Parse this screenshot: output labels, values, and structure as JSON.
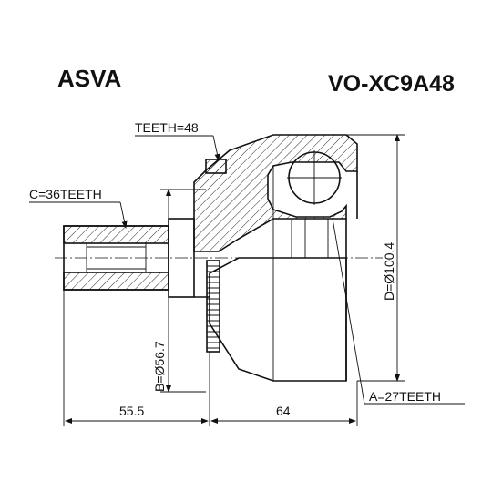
{
  "brand": "ASVA",
  "part_number": "VO-XC9A48",
  "labels": {
    "teeth_outer": "TEETH=48",
    "spline_c": "C=36TEETH",
    "spline_a": "A=27TEETH",
    "diameter_d": "D=Ø100.4",
    "diameter_b": "B=Ø56.7",
    "length_left": "55.5",
    "length_right": "64"
  }
}
